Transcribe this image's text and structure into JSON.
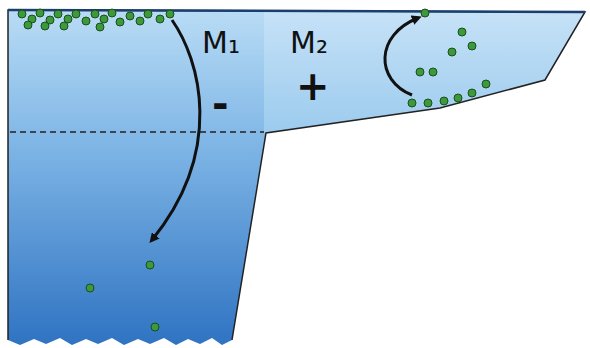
{
  "diagram": {
    "labels": [
      "M₁",
      "-",
      "M₂",
      "+"
    ]
  }
}
